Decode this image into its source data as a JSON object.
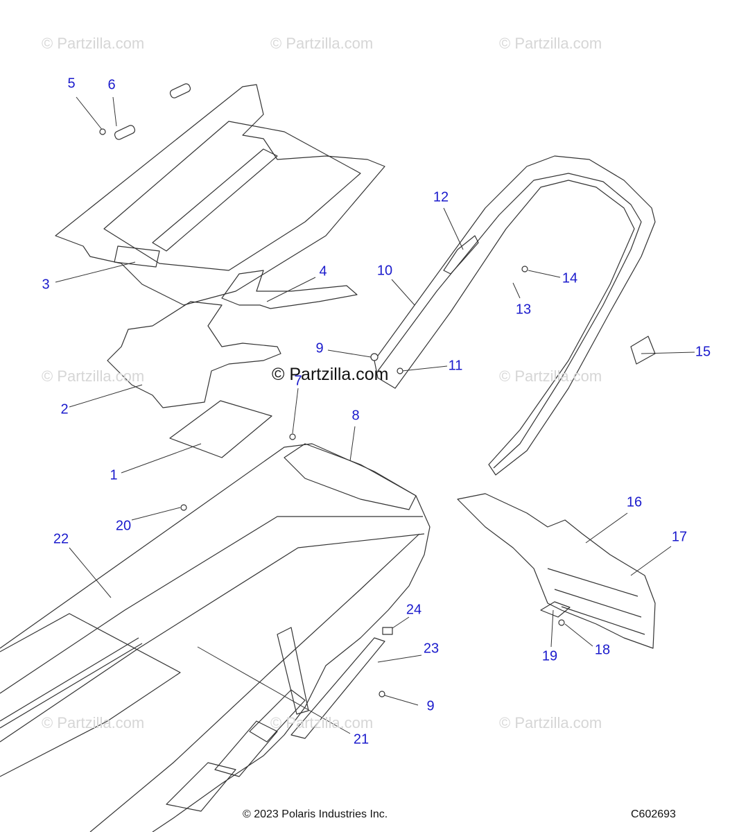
{
  "watermark_text": "© Partzilla.com",
  "center_watermark": "© Partzilla.com",
  "footer": {
    "copyright": "© 2023 Polaris Industries Inc.",
    "diagram_code": "C602693"
  },
  "colors": {
    "callout": "#1a1acc",
    "line": "#333333",
    "watermark": "#d6d6d6"
  },
  "callouts": [
    "1",
    "2",
    "3",
    "4",
    "5",
    "6",
    "7",
    "8",
    "9",
    "9",
    "10",
    "11",
    "12",
    "13",
    "14",
    "15",
    "16",
    "17",
    "18",
    "19",
    "20",
    "21",
    "22",
    "23",
    "24"
  ]
}
